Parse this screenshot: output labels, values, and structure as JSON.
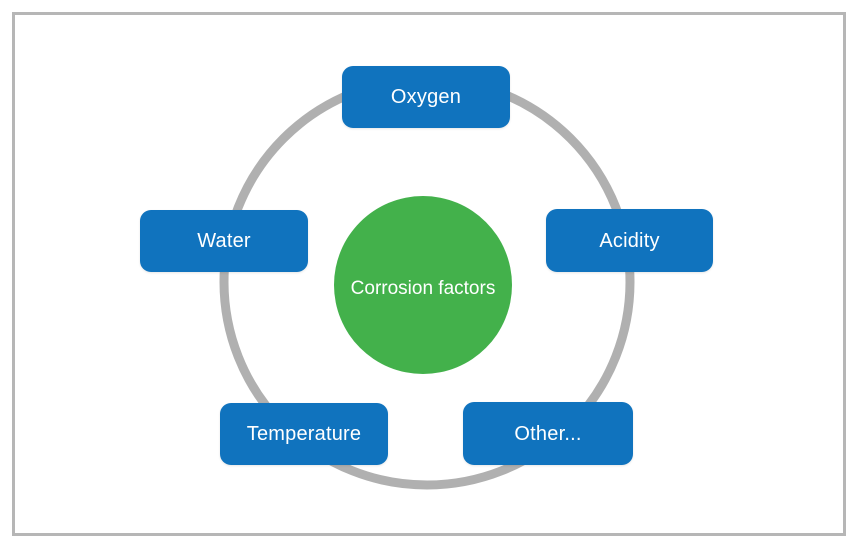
{
  "diagram": {
    "type": "cycle-radial",
    "hub": {
      "label": "Corrosion factors",
      "shape": "circle",
      "fill": "#43b14b",
      "text_color": "#ffffff"
    },
    "ring": {
      "shape": "ellipse",
      "stroke": "#b0b0b0",
      "stroke_width": 9
    },
    "frame": {
      "border_color": "#b6b6b6"
    },
    "node_style": {
      "fill": "#1073be",
      "text_color": "#ffffff",
      "shape": "rounded-rectangle"
    },
    "nodes": [
      {
        "id": "oxygen",
        "label": "Oxygen",
        "position": "top"
      },
      {
        "id": "water",
        "label": "Water",
        "position": "left"
      },
      {
        "id": "acidity",
        "label": "Acidity",
        "position": "right"
      },
      {
        "id": "temperature",
        "label": "Temperature",
        "position": "bottom-left"
      },
      {
        "id": "other",
        "label": "Other...",
        "position": "bottom-right"
      }
    ]
  }
}
